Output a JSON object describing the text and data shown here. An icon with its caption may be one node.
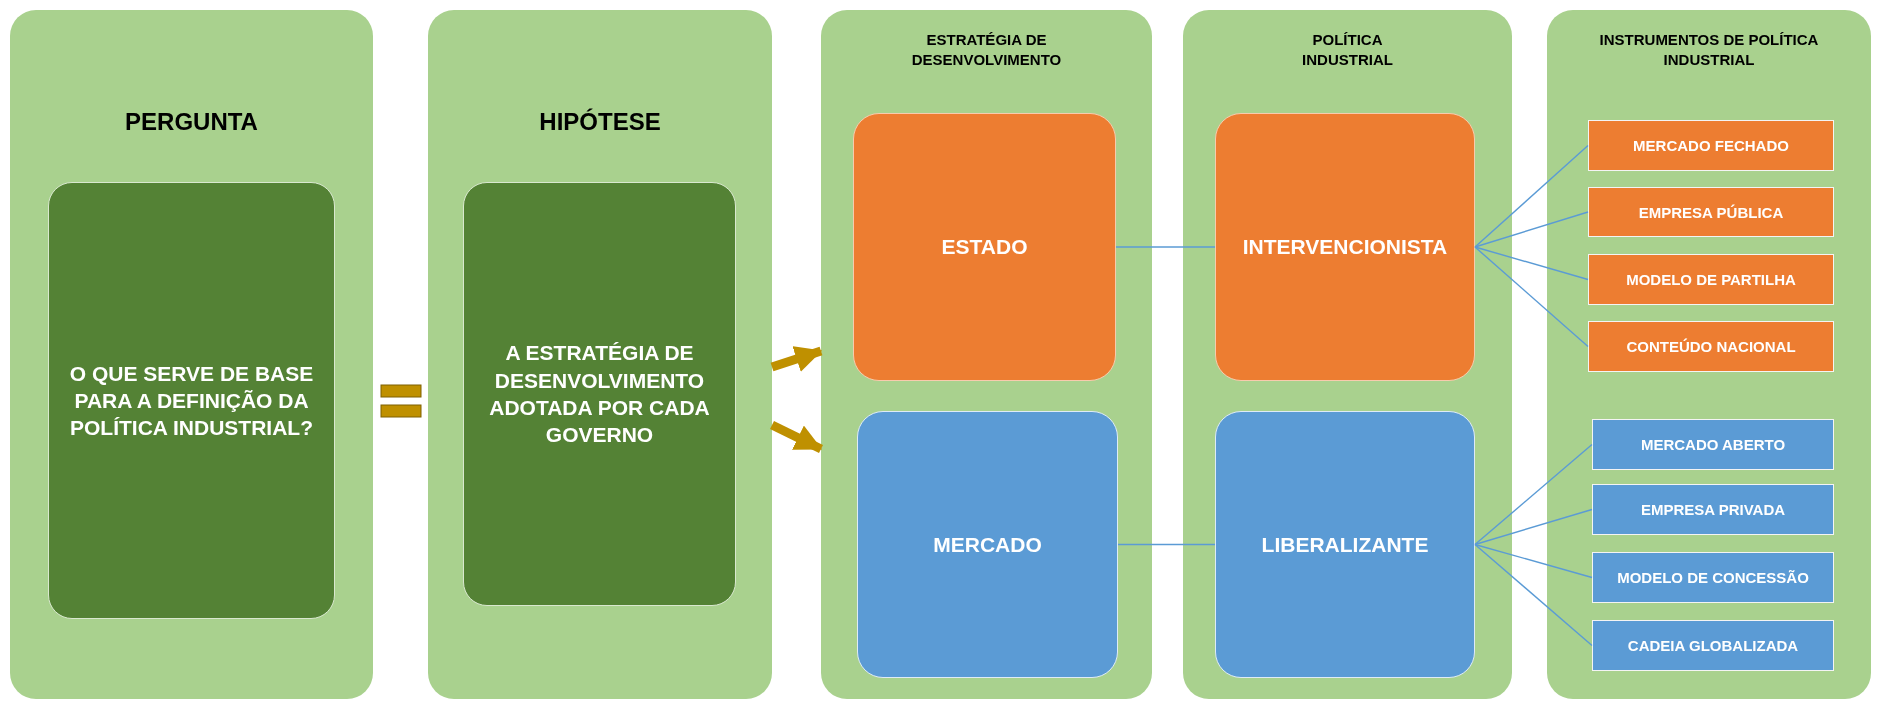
{
  "diagram": {
    "nodes": [
      {
        "text": [
          "PERGUNTA"
        ]
      },
      {
        "text": [
          "O QUE SERVE DE BASE PARA A DEFINIÇÃO DA POLÍTICA INDUSTRIAL?"
        ],
        "in": 0
      },
      {
        "text": [
          "HIPÓTESE"
        ]
      },
      {
        "text": [
          "A ESTRATÉGIA DE DESENVOLVIMENTO ADOTADA POR CADA GOVERNO"
        ],
        "in": 2
      },
      {
        "text": [
          "ESTRATÉGIA DE DESENVOLVIMENTO"
        ]
      },
      {
        "text": [
          "ESTADO"
        ],
        "in": 4
      },
      {
        "text": [
          "MERCADO"
        ],
        "in": 4
      },
      {
        "text": [
          "POLÍTICA INDUSTRIAL"
        ]
      },
      {
        "text": [
          "INTERVENCIONISTA"
        ],
        "in": 7
      },
      {
        "text": [
          "LIBERALIZANTE"
        ],
        "in": 7
      },
      {
        "text": [
          "INSTRUMENTOS DE POLÍTICA INDUSTRIAL"
        ]
      },
      {
        "text": [
          "MERCADO FECHADO"
        ],
        "in": 10
      },
      {
        "text": [
          "EMPRESA PÚBLICA"
        ],
        "in": 10
      },
      {
        "text": [
          "MODELO DE PARTILHA"
        ],
        "in": 10
      },
      {
        "text": [
          "CONTEÚDO NACIONAL"
        ],
        "in": 10
      },
      {
        "text": [
          "MERCADO ABERTO"
        ],
        "in": 10
      },
      {
        "text": [
          "EMPRESA PRIVADA"
        ],
        "in": 10
      },
      {
        "text": [
          "MODELO DE CONCESSÃO"
        ],
        "in": 10
      },
      {
        "text": [
          "CADEIA GLOBALIZADA"
        ],
        "in": 10
      }
    ],
    "edges": [
      {
        "from": 2,
        "to": 4,
        "arrow": "to",
        "style": "thick",
        "color": "#bf9000"
      },
      {
        "from": 2,
        "to": 4,
        "arrow": "to",
        "style": "thick",
        "color": "#bf9000"
      },
      {
        "from": 5,
        "to": 8,
        "arrow": "none"
      },
      {
        "from": 6,
        "to": 9,
        "arrow": "none"
      },
      {
        "from": 8,
        "to": 11,
        "arrow": "none"
      },
      {
        "from": 8,
        "to": 12,
        "arrow": "none"
      },
      {
        "from": 8,
        "to": 13,
        "arrow": "none"
      },
      {
        "from": 8,
        "to": 14,
        "arrow": "none"
      },
      {
        "from": 9,
        "to": 15,
        "arrow": "none"
      },
      {
        "from": 9,
        "to": 16,
        "arrow": "none"
      },
      {
        "from": 9,
        "to": 17,
        "arrow": "none"
      },
      {
        "from": 9,
        "to": 18,
        "arrow": "none"
      }
    ]
  }
}
